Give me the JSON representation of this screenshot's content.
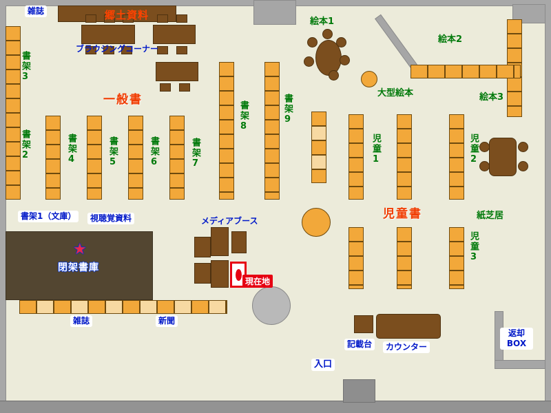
{
  "colors": {
    "floor": "#ECEBDA",
    "wall_gray": "#A6A6A6",
    "shelf_orange": "#F2A83A",
    "shelf_light": "#F7D9A2",
    "furniture_brown": "#7B4E1E",
    "closed_stacks_brown": "#534631",
    "label_blue": "#0018C8",
    "label_green": "#00790A",
    "label_red": "#F03C00",
    "current_location_red": "#E60012",
    "pillar_gray": "#B9B9B9"
  },
  "icons": {
    "star": "★"
  },
  "labels": {
    "magazines_top": "雑誌",
    "local_history": "郷土資料",
    "browsing_corner": "ブラウジングコーナー",
    "general_books": "一般書",
    "shelf2": "書架2",
    "shelf3": "書架3",
    "shelf4": "書架4",
    "shelf5": "書架5",
    "shelf6": "書架6",
    "shelf7": "書架7",
    "shelf8": "書架8",
    "shelf9": "書架9",
    "picture_books1": "絵本1",
    "picture_books2": "絵本2",
    "picture_books3": "絵本3",
    "large_picture_books": "大型絵本",
    "children1": "児童1",
    "children2": "児童2",
    "children3": "児童3",
    "children_books": "児童書",
    "kamishibai": "紙芝居",
    "shelf1_bunko": "書架1（文庫）",
    "audiovisual": "視聴覚資料",
    "closed_stacks": "閉架書庫",
    "media_booth": "メディアブース",
    "you_are_here": "現在地",
    "magazines_bottom": "雑誌",
    "newspapers": "新聞",
    "writing_desk": "記載台",
    "counter": "カウンター",
    "return_box_l1": "返却",
    "return_box_l2": "BOX",
    "entrance": "入口"
  }
}
